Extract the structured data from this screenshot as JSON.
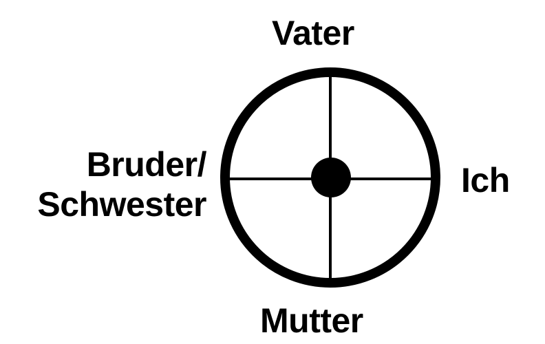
{
  "diagram": {
    "labels": {
      "top": "Vater",
      "bottom": "Mutter",
      "right": "Ich",
      "left_line1": "Bruder/",
      "left_line2": "Schwester"
    },
    "colors": {
      "stroke": "#000000",
      "background": "#ffffff"
    }
  }
}
